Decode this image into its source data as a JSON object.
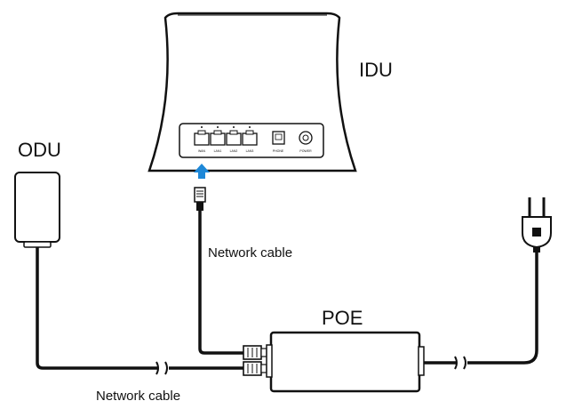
{
  "labels": {
    "idu": "IDU",
    "odu": "ODU",
    "poe": "POE",
    "cable_idu_poe": "Network cable",
    "cable_odu_poe": "Network cable"
  },
  "idu_ports": {
    "wan": "WAN",
    "lan1": "LAN1",
    "lan2": "LAN2",
    "lan3": "LAN3",
    "phone": "PHONE",
    "power": "POWER"
  },
  "colors": {
    "line": "#111111",
    "arrow": "#1e88d8",
    "background": "#ffffff"
  },
  "icons": [
    "plug-icon",
    "break-mark-icon",
    "rj45-connector-icon",
    "up-arrow-icon"
  ]
}
